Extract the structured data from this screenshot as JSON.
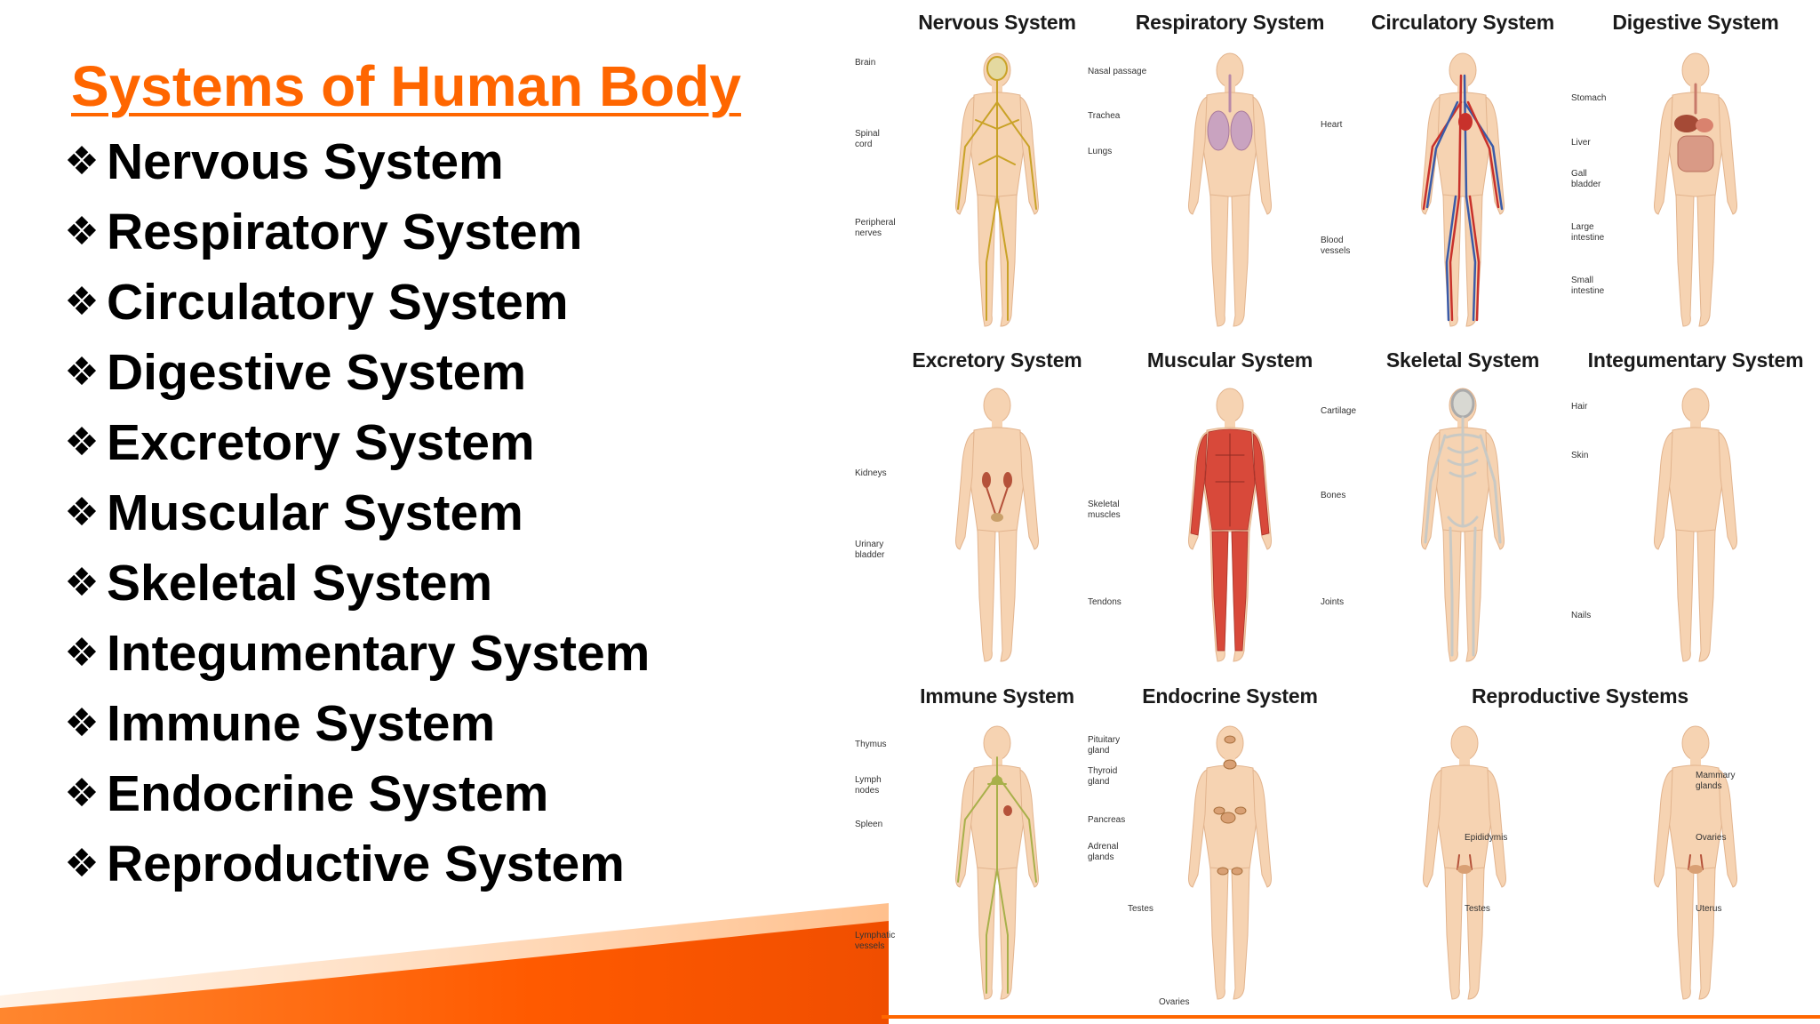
{
  "slide": {
    "title": "Systems of Human Body",
    "bullet_glyph": "❖",
    "systems": [
      "Nervous System",
      "Respiratory System",
      "Circulatory System",
      "Digestive System",
      "Excretory System",
      "Muscular System",
      "Skeletal System",
      "Integumentary System",
      "Immune System",
      "Endocrine System",
      "Reproductive System"
    ],
    "accent_color": "#ff6600"
  },
  "panel": {
    "figures": [
      {
        "title": "Nervous System",
        "labels": [
          "Brain",
          "Spinal cord",
          "Peripheral nerves"
        ]
      },
      {
        "title": "Respiratory System",
        "labels": [
          "Nasal passage",
          "Trachea",
          "Lungs"
        ]
      },
      {
        "title": "Circulatory System",
        "labels": [
          "Heart",
          "Blood vessels"
        ]
      },
      {
        "title": "Digestive System",
        "labels": [
          "Stomach",
          "Liver",
          "Gall bladder",
          "Large intestine",
          "Small intestine"
        ]
      },
      {
        "title": "Excretory System",
        "labels": [
          "Kidneys",
          "Urinary bladder"
        ]
      },
      {
        "title": "Muscular System",
        "labels": [
          "Skeletal muscles",
          "Tendons"
        ]
      },
      {
        "title": "Skeletal System",
        "labels": [
          "Cartilage",
          "Bones",
          "Joints"
        ]
      },
      {
        "title": "Integumentary System",
        "labels": [
          "Hair",
          "Skin",
          "Nails"
        ]
      },
      {
        "title": "Immune System",
        "labels": [
          "Thymus",
          "Lymph nodes",
          "Spleen",
          "Lymphatic vessels"
        ]
      },
      {
        "title": "Endocrine System",
        "labels": [
          "Pituitary gland",
          "Thyroid gland",
          "Pancreas",
          "Adrenal glands",
          "Testes",
          "Ovaries"
        ]
      },
      {
        "title": "Reproductive Systems",
        "labels": [
          "Epididymis",
          "Testes",
          "Mammary glands",
          "Ovaries",
          "Uterus"
        ]
      }
    ]
  },
  "colors": {
    "skin": "#f6d3b2",
    "skin_outline": "#e2b48e",
    "nerve": "#c9a227",
    "vein": "#3a5ba8",
    "artery": "#c8312b",
    "muscle": "#d8493a",
    "bone": "#c9c9c4",
    "lymph": "#a8b04a",
    "organ": "#b5523a"
  }
}
